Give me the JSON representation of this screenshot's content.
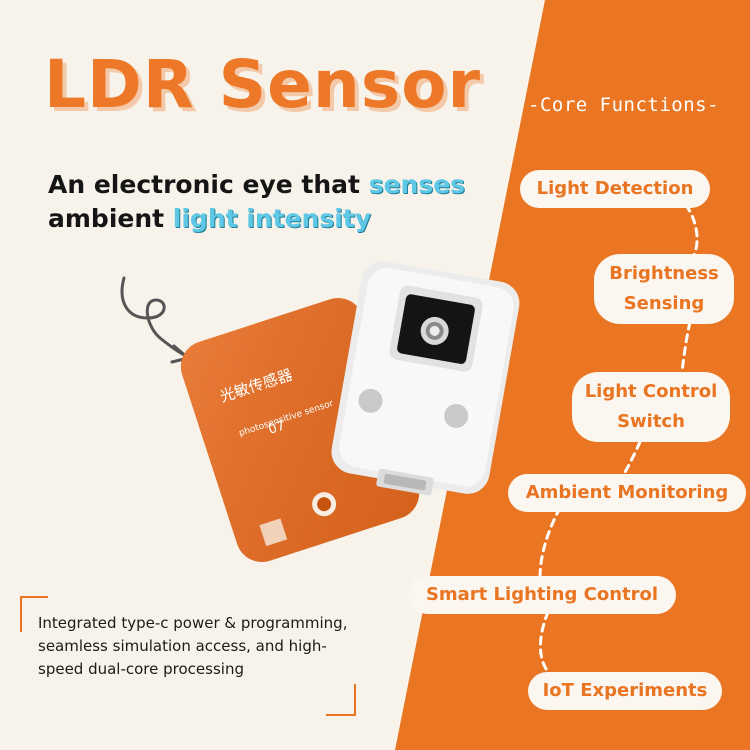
{
  "title": "LDR Sensor",
  "subtitle": {
    "part1": "An electronic eye that ",
    "highlight1": "senses",
    "part2": "ambient ",
    "highlight2": "light intensity"
  },
  "core_functions_title": "-Core Functions-",
  "functions": [
    {
      "label": "Light Detection"
    },
    {
      "label_line1": "Brightness",
      "label_line2": "Sensing"
    },
    {
      "label_line1": "Light Control",
      "label_line2": "Switch"
    },
    {
      "label": "Ambient Monitoring"
    },
    {
      "label": "Smart Lighting Control"
    },
    {
      "label": "IoT Experiments"
    }
  ],
  "description": "Integrated type-c power & programming, seamless simulation access, and high-speed dual-core processing",
  "module": {
    "chinese_label": "光敏传感器",
    "english_label": "photosensitive sensor",
    "number": "07"
  },
  "colors": {
    "accent": "#ec7828",
    "background": "#f7f3ea",
    "highlight": "#5ec8e6",
    "pill_bg": "#fbf6ef"
  }
}
